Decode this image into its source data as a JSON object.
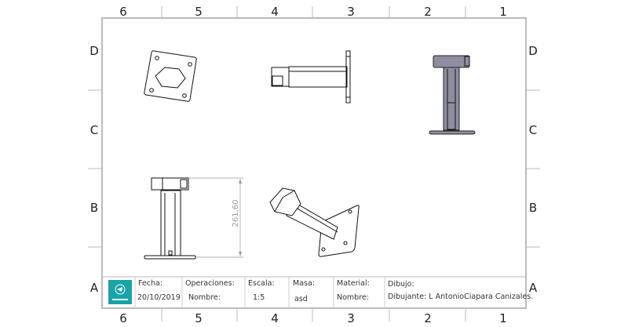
{
  "zones": {
    "columns": [
      "6",
      "5",
      "4",
      "3",
      "2",
      "1"
    ],
    "rows": [
      "D",
      "C",
      "B",
      "A"
    ]
  },
  "dimension": {
    "height_label": "261,60"
  },
  "title_block": {
    "fecha_label": "Fecha:",
    "fecha_value": "20/10/2019",
    "operaciones_label": "Operaciones:",
    "operaciones_nombre": "Nombre:",
    "escala_label": "Escala:",
    "escala_value": "1:5",
    "masa_label": "Masa:",
    "masa_value": "asd",
    "material_label": "Material:",
    "material_nombre": "Nombre:",
    "dibujo_label": "Dibujo:",
    "dibujante": "Dibujante: L AntonioCiapara Canizales."
  },
  "colors": {
    "frame": "#bbbbbb",
    "logo": "#1aa3a8",
    "shaded": "#8e8ea0"
  }
}
